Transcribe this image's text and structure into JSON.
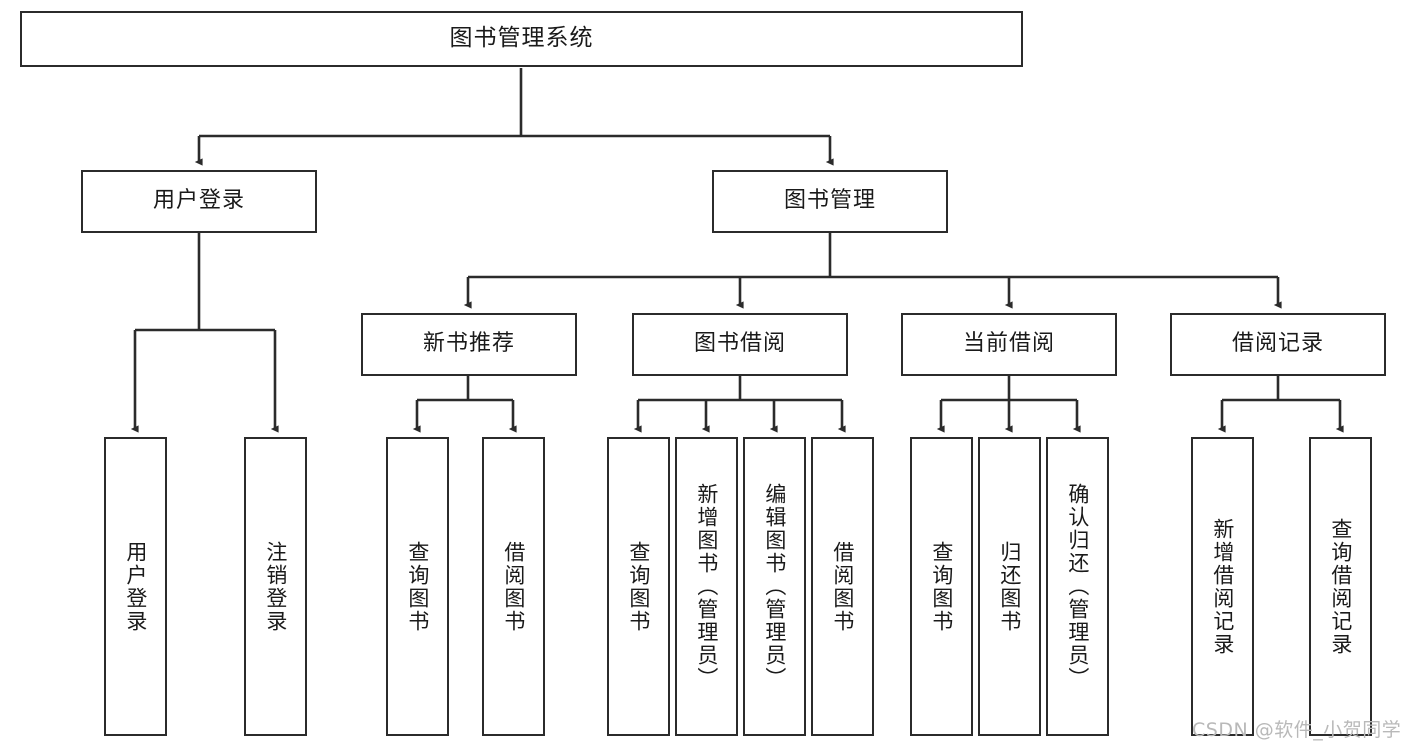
{
  "diagram": {
    "title": "图书管理系统",
    "type": "tree-hierarchy-chart",
    "watermark": "CSDN @软件_小贺同学",
    "colors": {
      "background": "#ffffff",
      "border": "#2b2b2b",
      "text": "#1a1a1a",
      "edge": "#2b2b2b",
      "watermark": "#b9b9b9"
    },
    "nodes": {
      "root": {
        "label": "图书管理系统"
      },
      "level2": [
        {
          "id": "user-login",
          "label": "用户登录"
        },
        {
          "id": "book-manage",
          "label": "图书管理"
        }
      ],
      "level3": [
        {
          "id": "new-book-recommend",
          "label": "新书推荐"
        },
        {
          "id": "book-borrow",
          "label": "图书借阅"
        },
        {
          "id": "current-borrow",
          "label": "当前借阅"
        },
        {
          "id": "borrow-record",
          "label": "借阅记录"
        }
      ],
      "leaves": {
        "user-login": [
          {
            "id": "leaf-user-login",
            "label": "用户登录"
          },
          {
            "id": "leaf-logout-login",
            "label": "注销登录"
          }
        ],
        "new-book-recommend": [
          {
            "id": "leaf-query-book-1",
            "label": "查询图书"
          },
          {
            "id": "leaf-borrow-book-1",
            "label": "借阅图书"
          }
        ],
        "book-borrow": [
          {
            "id": "leaf-query-book-2",
            "label": "查询图书"
          },
          {
            "id": "leaf-add-book",
            "label": "新增图书（管理员）"
          },
          {
            "id": "leaf-edit-book",
            "label": "编辑图书（管理员）"
          },
          {
            "id": "leaf-borrow-book-2",
            "label": "借阅图书"
          }
        ],
        "current-borrow": [
          {
            "id": "leaf-query-book-3",
            "label": "查询图书"
          },
          {
            "id": "leaf-return-book",
            "label": "归还图书"
          },
          {
            "id": "leaf-confirm-return",
            "label": "确认归还（管理员）"
          }
        ],
        "borrow-record": [
          {
            "id": "leaf-add-record",
            "label": "新增借阅记录"
          },
          {
            "id": "leaf-query-record",
            "label": "查询借阅记录"
          }
        ]
      }
    }
  }
}
